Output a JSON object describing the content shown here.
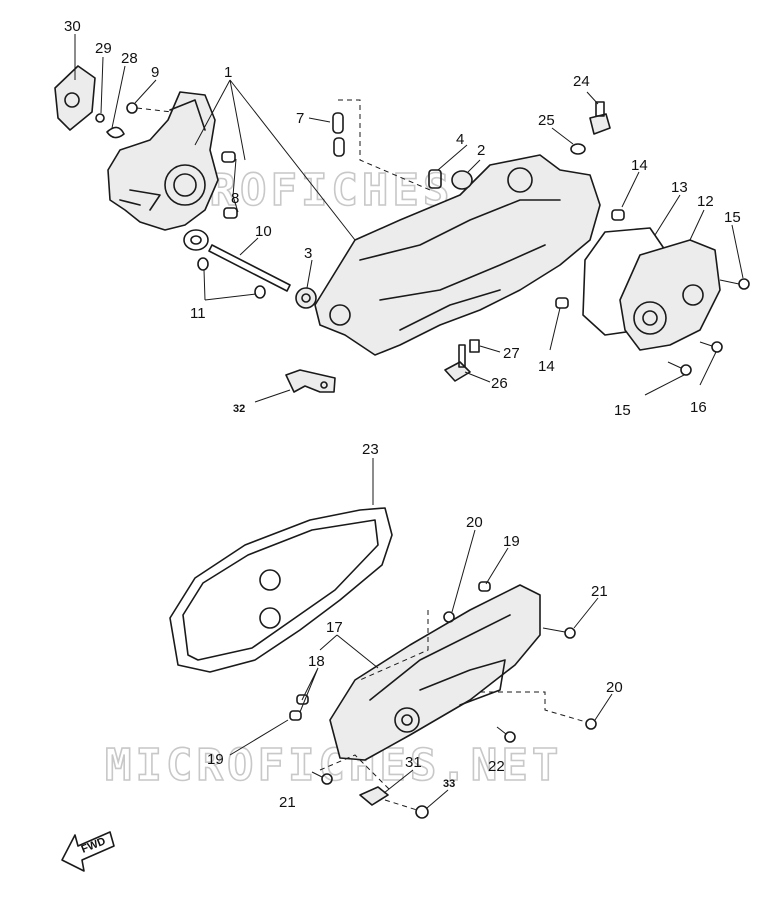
{
  "watermark": {
    "top": "MICROFICHES.NET",
    "bottom": "MICROFICHES.NET"
  },
  "fwd_label": "FWD",
  "callouts": [
    {
      "id": "c30",
      "text": "30"
    },
    {
      "id": "c29",
      "text": "29"
    },
    {
      "id": "c28",
      "text": "28"
    },
    {
      "id": "c9",
      "text": "9"
    },
    {
      "id": "c1",
      "text": "1"
    },
    {
      "id": "c7",
      "text": "7"
    },
    {
      "id": "c4",
      "text": "4"
    },
    {
      "id": "c2",
      "text": "2"
    },
    {
      "id": "c24",
      "text": "24"
    },
    {
      "id": "c25",
      "text": "25"
    },
    {
      "id": "c14a",
      "text": "14"
    },
    {
      "id": "c13",
      "text": "13"
    },
    {
      "id": "c12",
      "text": "12"
    },
    {
      "id": "c15a",
      "text": "15"
    },
    {
      "id": "c8",
      "text": "8"
    },
    {
      "id": "c10",
      "text": "10"
    },
    {
      "id": "c3",
      "text": "3"
    },
    {
      "id": "c11",
      "text": "11"
    },
    {
      "id": "c27",
      "text": "27"
    },
    {
      "id": "c26",
      "text": "26"
    },
    {
      "id": "c14b",
      "text": "14"
    },
    {
      "id": "c16",
      "text": "16"
    },
    {
      "id": "c15b",
      "text": "15"
    },
    {
      "id": "c32",
      "text": "32"
    },
    {
      "id": "c23",
      "text": "23"
    },
    {
      "id": "c20a",
      "text": "20"
    },
    {
      "id": "c19a",
      "text": "19"
    },
    {
      "id": "c21a",
      "text": "21"
    },
    {
      "id": "c17",
      "text": "17"
    },
    {
      "id": "c18",
      "text": "18"
    },
    {
      "id": "c20b",
      "text": "20"
    },
    {
      "id": "c19b",
      "text": "19"
    },
    {
      "id": "c22",
      "text": "22"
    },
    {
      "id": "c31",
      "text": "31"
    },
    {
      "id": "c33",
      "text": "33"
    },
    {
      "id": "c21b",
      "text": "21"
    }
  ]
}
